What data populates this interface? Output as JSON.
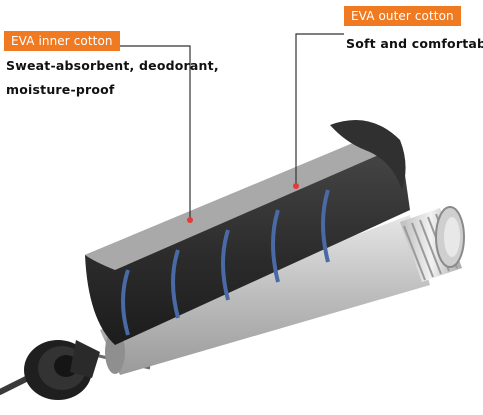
{
  "callouts": {
    "inner": {
      "label": "EVA inner cotton",
      "description": [
        "Sweat-absorbent, deodorant,",
        "moisture-proof"
      ]
    },
    "outer": {
      "label": "EVA outer cotton",
      "description": [
        "Soft and comfortable"
      ]
    }
  },
  "colors": {
    "label_bg": "#F07A21",
    "foam": "#2f2f2f",
    "inner_layer": "#4a6aa6",
    "tube": "#c9c9c9"
  }
}
